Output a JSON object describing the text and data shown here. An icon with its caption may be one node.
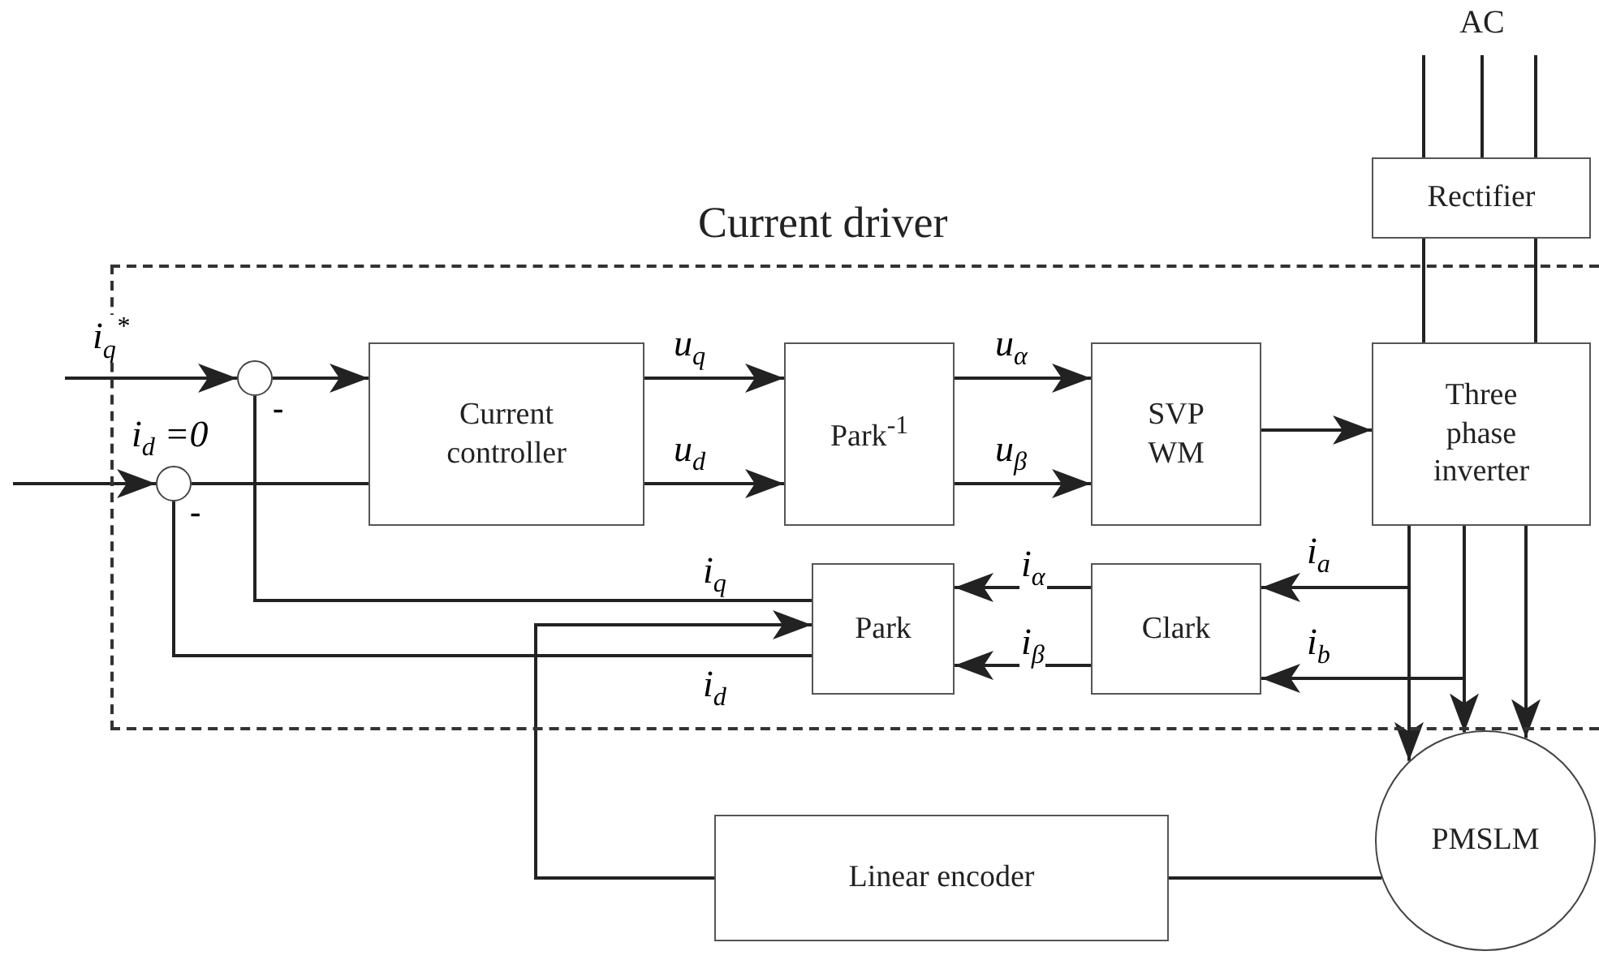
{
  "diagram": {
    "nodes": [
      {
        "text": [
          "Current driver"
        ]
      },
      {
        "text": [],
        "shape": "circle",
        "in": 0
      },
      {
        "text": [],
        "shape": "circle",
        "in": 0
      },
      {
        "text": [
          "Current controller"
        ],
        "in": 0
      },
      {
        "text": [
          "Park$^{-1}$"
        ],
        "in": 0
      },
      {
        "text": [
          "SVP WM"
        ],
        "in": 0
      },
      {
        "text": [
          "Three phase inverter"
        ],
        "in": 0
      },
      {
        "text": [
          "Park"
        ],
        "in": 0
      },
      {
        "text": [
          "Clark"
        ],
        "in": 0
      },
      {
        "text": [
          "Rectifier"
        ]
      },
      {
        "text": [
          "Linear encoder"
        ]
      },
      {
        "text": [
          "PMSLM"
        ]
      },
      {
        "text": [
          "AC"
        ]
      }
    ],
    "edges": [
      {
        "from": null,
        "to": 1,
        "arrow": "to",
        "label": "i$_{q}$$^{*}$"
      },
      {
        "from": null,
        "to": 2,
        "arrow": "to",
        "label": "i$_{d}$ =0"
      },
      {
        "from": 1,
        "to": 3,
        "arrow": "to"
      },
      {
        "from": 2,
        "to": 3,
        "arrow": "none"
      },
      {
        "from": 3,
        "to": 4,
        "arrow": "to",
        "label": "u$_{q}$"
      },
      {
        "from": 3,
        "to": 4,
        "arrow": "to",
        "label": "u$_{d}$"
      },
      {
        "from": 4,
        "to": 5,
        "arrow": "to",
        "label": "u$_{α}$"
      },
      {
        "from": 4,
        "to": 5,
        "arrow": "to",
        "label": "u$_{β}$"
      },
      {
        "from": 5,
        "to": 6,
        "arrow": "to"
      },
      {
        "from": 12,
        "to": 9,
        "arrow": "none"
      },
      {
        "from": 12,
        "to": 9,
        "arrow": "none"
      },
      {
        "from": 12,
        "to": 9,
        "arrow": "none"
      },
      {
        "from": 9,
        "to": 6,
        "arrow": "none"
      },
      {
        "from": 9,
        "to": 6,
        "arrow": "none"
      },
      {
        "from": 6,
        "to": 11,
        "arrow": "to"
      },
      {
        "from": 6,
        "to": 11,
        "arrow": "to"
      },
      {
        "from": 6,
        "to": 11,
        "arrow": "to"
      },
      {
        "from": 6,
        "to": 8,
        "arrow": "to",
        "label": "i$_{a}$"
      },
      {
        "from": 6,
        "to": 8,
        "arrow": "to",
        "label": "i$_{b}$"
      },
      {
        "from": 8,
        "to": 7,
        "arrow": "to",
        "label": "i$_{α}$"
      },
      {
        "from": 8,
        "to": 7,
        "arrow": "to",
        "label": "i$_{β}$"
      },
      {
        "from": 7,
        "to": 1,
        "arrow": "none",
        "label": "i$_{q}$"
      },
      {
        "from": 7,
        "to": 2,
        "arrow": "none",
        "label": "i$_{d}$"
      },
      {
        "from": 10,
        "to": 7,
        "arrow": "to"
      },
      {
        "from": 11,
        "to": 10,
        "arrow": "none"
      }
    ],
    "labels": [
      "-",
      "-"
    ]
  }
}
